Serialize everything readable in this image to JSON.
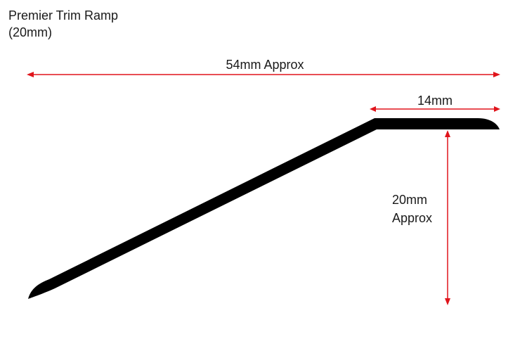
{
  "title": {
    "line1": "Premier Trim Ramp",
    "line2": "(20mm)"
  },
  "dimensions": {
    "overall_width": "54mm Approx",
    "top_width": "14mm",
    "height_line1": "20mm",
    "height_line2": "Approx"
  },
  "colors": {
    "dimension_line": "#e0141b",
    "profile": "#000000",
    "text": "#1a1a1a"
  }
}
